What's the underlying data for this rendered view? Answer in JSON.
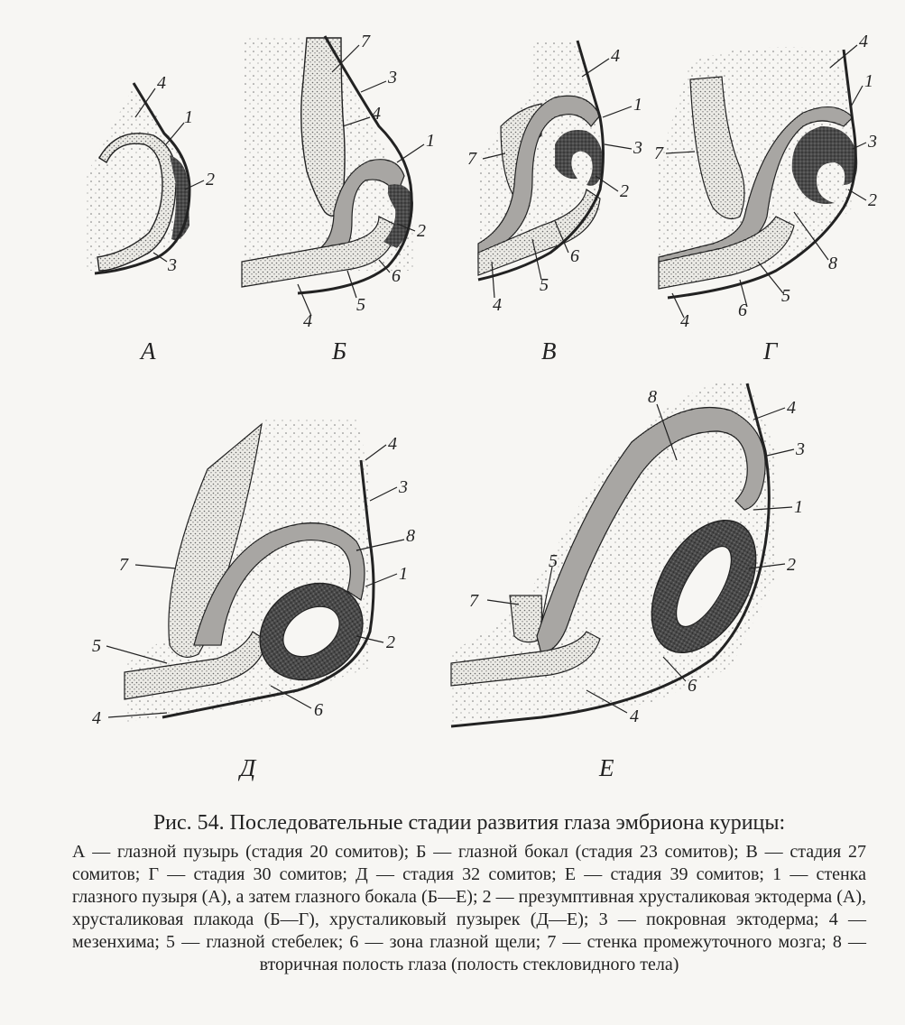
{
  "panels": [
    {
      "id": "A",
      "label": "А"
    },
    {
      "id": "B",
      "label": "Б"
    },
    {
      "id": "V",
      "label": "В"
    },
    {
      "id": "G",
      "label": "Г"
    },
    {
      "id": "D",
      "label": "Д"
    },
    {
      "id": "E",
      "label": "Е"
    }
  ],
  "labels": {
    "A": [
      "4",
      "1",
      "2",
      "3"
    ],
    "B": [
      "7",
      "3",
      "4",
      "1",
      "2",
      "6",
      "5",
      "4"
    ],
    "V": [
      "4",
      "1",
      "3",
      "7",
      "2",
      "6",
      "5",
      "4"
    ],
    "G": [
      "4",
      "1",
      "3",
      "7",
      "2",
      "8",
      "5",
      "6",
      "4"
    ],
    "D": [
      "4",
      "3",
      "8",
      "7",
      "1",
      "5",
      "2",
      "6",
      "4"
    ],
    "E": [
      "8",
      "4",
      "3",
      "1",
      "2",
      "5",
      "7",
      "6",
      "4"
    ]
  },
  "caption": {
    "title": "Рис. 54. Последовательные стадии развития глаза эмбриона курицы:",
    "body": "А — глазной пузырь (стадия 20 сомитов); Б — глазной бокал (стадия 23 сомитов); В — стадия 27 сомитов; Г — стадия 30 сомитов; Д — стадия 32 сомитов; Е — стадия 39 сомитов; 1 — стенка глазного пузыря (А), а затем глазного бокала (Б—Е); 2 — презумптивная хрусталиковая эктодерма (А), хрусталиковая плакода (Б—Г), хрусталиковый пузырек (Д—Е); 3 — покровная эктодерма; 4 — мезенхима; 5 — глазной стебелек; 6 — зона глазной щели; 7 — стенка промежуточного мозга; 8 — вторичная полость глаза (полость стекловидного тела)"
  },
  "colors": {
    "background": "#f7f6f3",
    "ink": "#222222",
    "stipple": "#8a8a8a",
    "dense": "#3a3a3a",
    "hatch": "#6a6a6a"
  }
}
